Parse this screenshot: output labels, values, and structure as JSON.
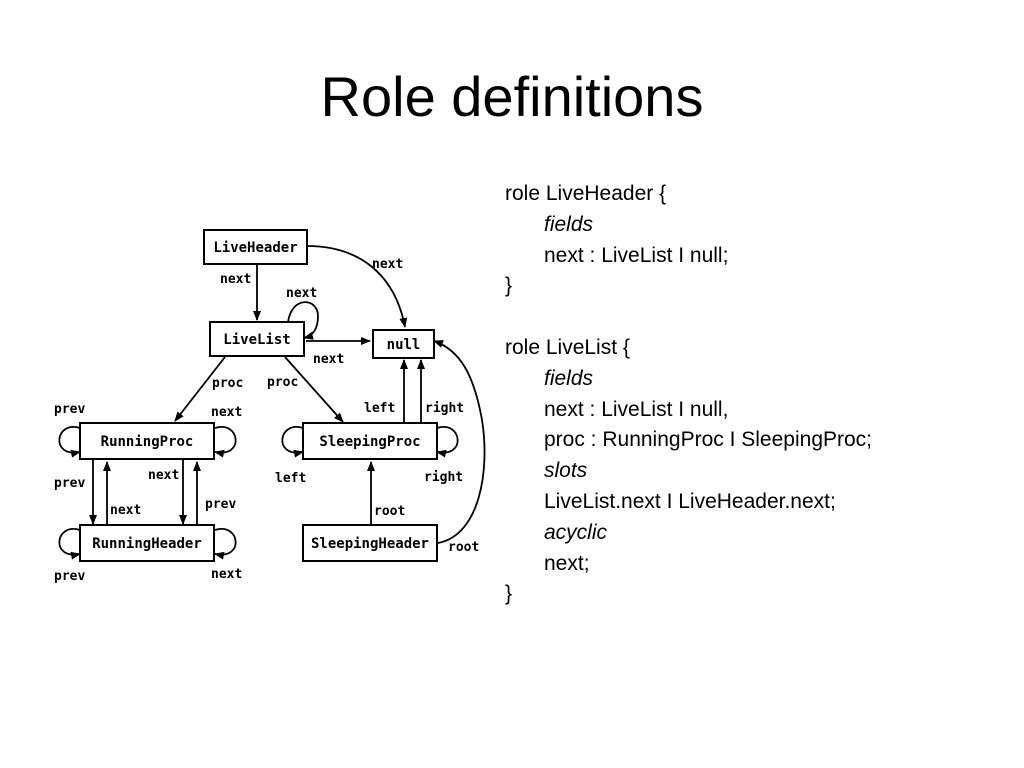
{
  "slide": {
    "title": "Role definitions"
  },
  "diagram": {
    "nodes": {
      "live_header": "LiveHeader",
      "live_list": "LiveList",
      "null": "null",
      "running_proc": "RunningProc",
      "sleeping_proc": "SleepingProc",
      "running_header": "RunningHeader",
      "sleeping_header": "SleepingHeader"
    },
    "edges": {
      "lh_down_next": "next",
      "lh_to_null_next": "next",
      "ll_self_next": "next",
      "ll_to_null_next": "next",
      "ll_proc_left": "proc",
      "ll_proc_right": "proc",
      "rp_prev_top": "prev",
      "rp_next_top": "next",
      "rp_prev_side": "prev",
      "rp_next_mid": "next",
      "rh_next_mid": "next",
      "rh_prev_side": "prev",
      "rh_prev_bottom": "prev",
      "rh_next_bottom": "next",
      "sp_left_up": "left",
      "sp_right_up": "right",
      "sp_left_loop": "left",
      "sp_right_loop": "right",
      "sh_root": "root",
      "sh_root_outer": "root"
    }
  },
  "code": {
    "lines": [
      "role LiveHeader {",
      "fields",
      "next : LiveList I null;",
      "}",
      "",
      "role LiveList {",
      "fields",
      "next : LiveList I null,",
      "proc : RunningProc I SleepingProc;",
      "slots",
      "LiveList.next I LiveHeader.next;",
      "acyclic",
      "next;",
      "}"
    ]
  }
}
